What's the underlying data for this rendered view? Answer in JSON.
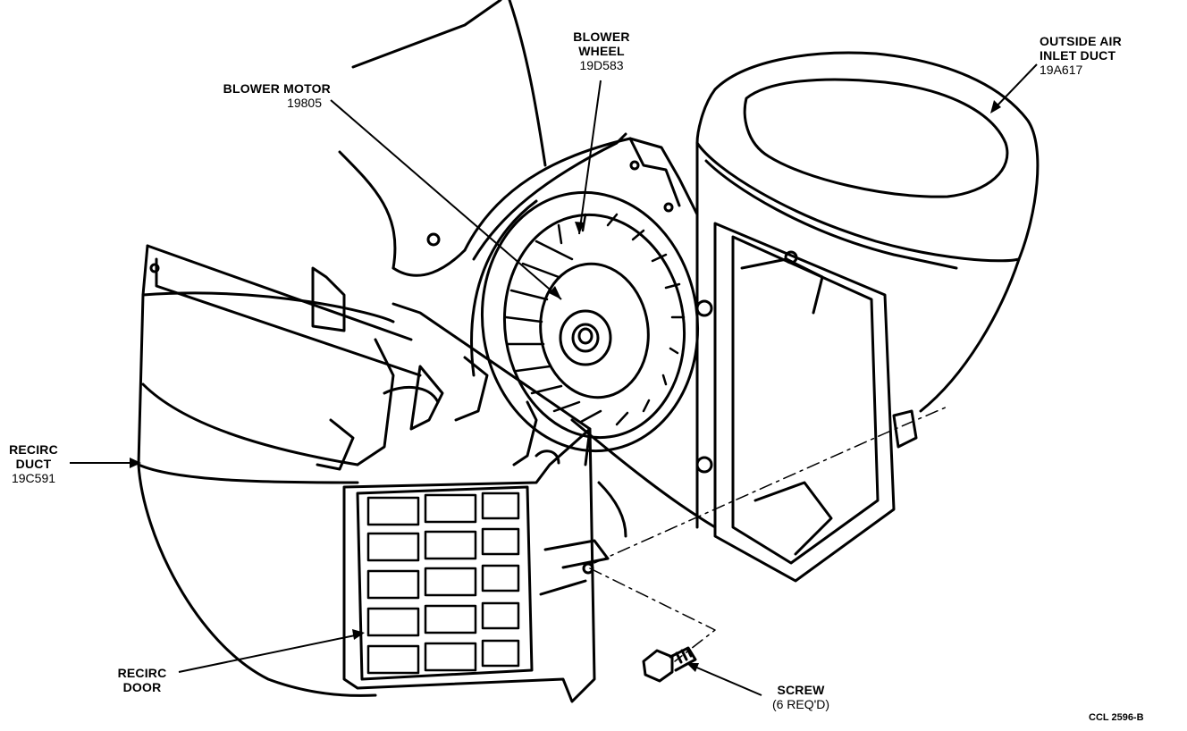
{
  "labels": {
    "blower_wheel": {
      "name_line1": "BLOWER",
      "name_line2": "WHEEL",
      "part": "19D583"
    },
    "blower_motor": {
      "name": "BLOWER MOTOR",
      "part": "19805"
    },
    "outside_air": {
      "name_line1": "OUTSIDE AIR",
      "name_line2": "INLET DUCT",
      "part": "19A617"
    },
    "recirc_duct": {
      "name_line1": "RECIRC",
      "name_line2": "DUCT",
      "part": "19C591"
    },
    "recirc_door": {
      "name_line1": "RECIRC",
      "name_line2": "DOOR"
    },
    "screw": {
      "name": "SCREW",
      "qty": "(6 REQ'D)"
    }
  },
  "figure_code": "CCL 2596-B"
}
